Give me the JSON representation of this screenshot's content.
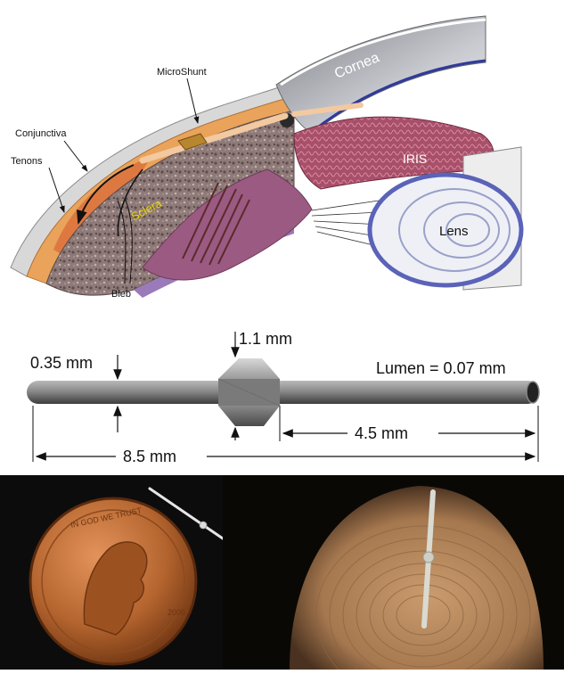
{
  "anatomy": {
    "labels": {
      "microshunt": "MicroShunt",
      "cornea": "Cornea",
      "conjunctiva": "Conjunctiva",
      "tenons": "Tenons",
      "sclera": "Sclera",
      "iris": "IRIS",
      "lens": "Lens",
      "bleb": "Bleb"
    }
  },
  "device": {
    "dim_bulb": "1.1 mm",
    "dim_diameter": "0.35 mm",
    "dim_lumen": "Lumen = 0.07 mm",
    "dim_right_length": "4.5 mm",
    "dim_total_length": "8.5 mm"
  },
  "photos": {
    "coin_text": {
      "motto": "IN GOD WE TRUST",
      "year": "2006"
    }
  },
  "colors": {
    "sclera_label": "#e8d800",
    "lens_blue": "#5a63b8",
    "coin": "#b4642e",
    "finger": "#b98a5e"
  }
}
